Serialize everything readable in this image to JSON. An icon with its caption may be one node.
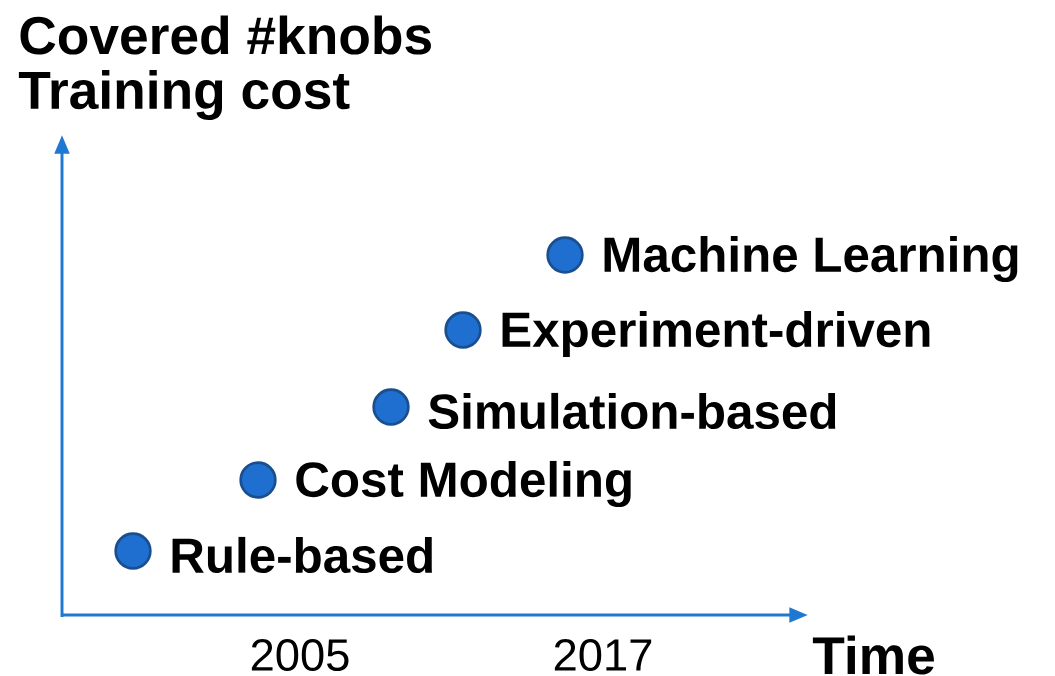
{
  "diagram": {
    "nodes": [
      {
        "text": [],
        "shape": "circle",
        "beside": [
          "Rule-based"
        ]
      },
      {
        "text": [],
        "shape": "circle",
        "beside": [
          "Cost Modeling"
        ]
      },
      {
        "text": [],
        "shape": "circle",
        "beside": [
          "Simulation-based"
        ]
      },
      {
        "text": [],
        "shape": "circle",
        "beside": [
          "Experiment-driven"
        ]
      },
      {
        "text": [],
        "shape": "circle",
        "beside": [
          "Machine Learning"
        ]
      }
    ],
    "labels": [
      "Covered #knobs",
      "Training cost",
      "Time",
      "2005",
      "2017"
    ]
  }
}
